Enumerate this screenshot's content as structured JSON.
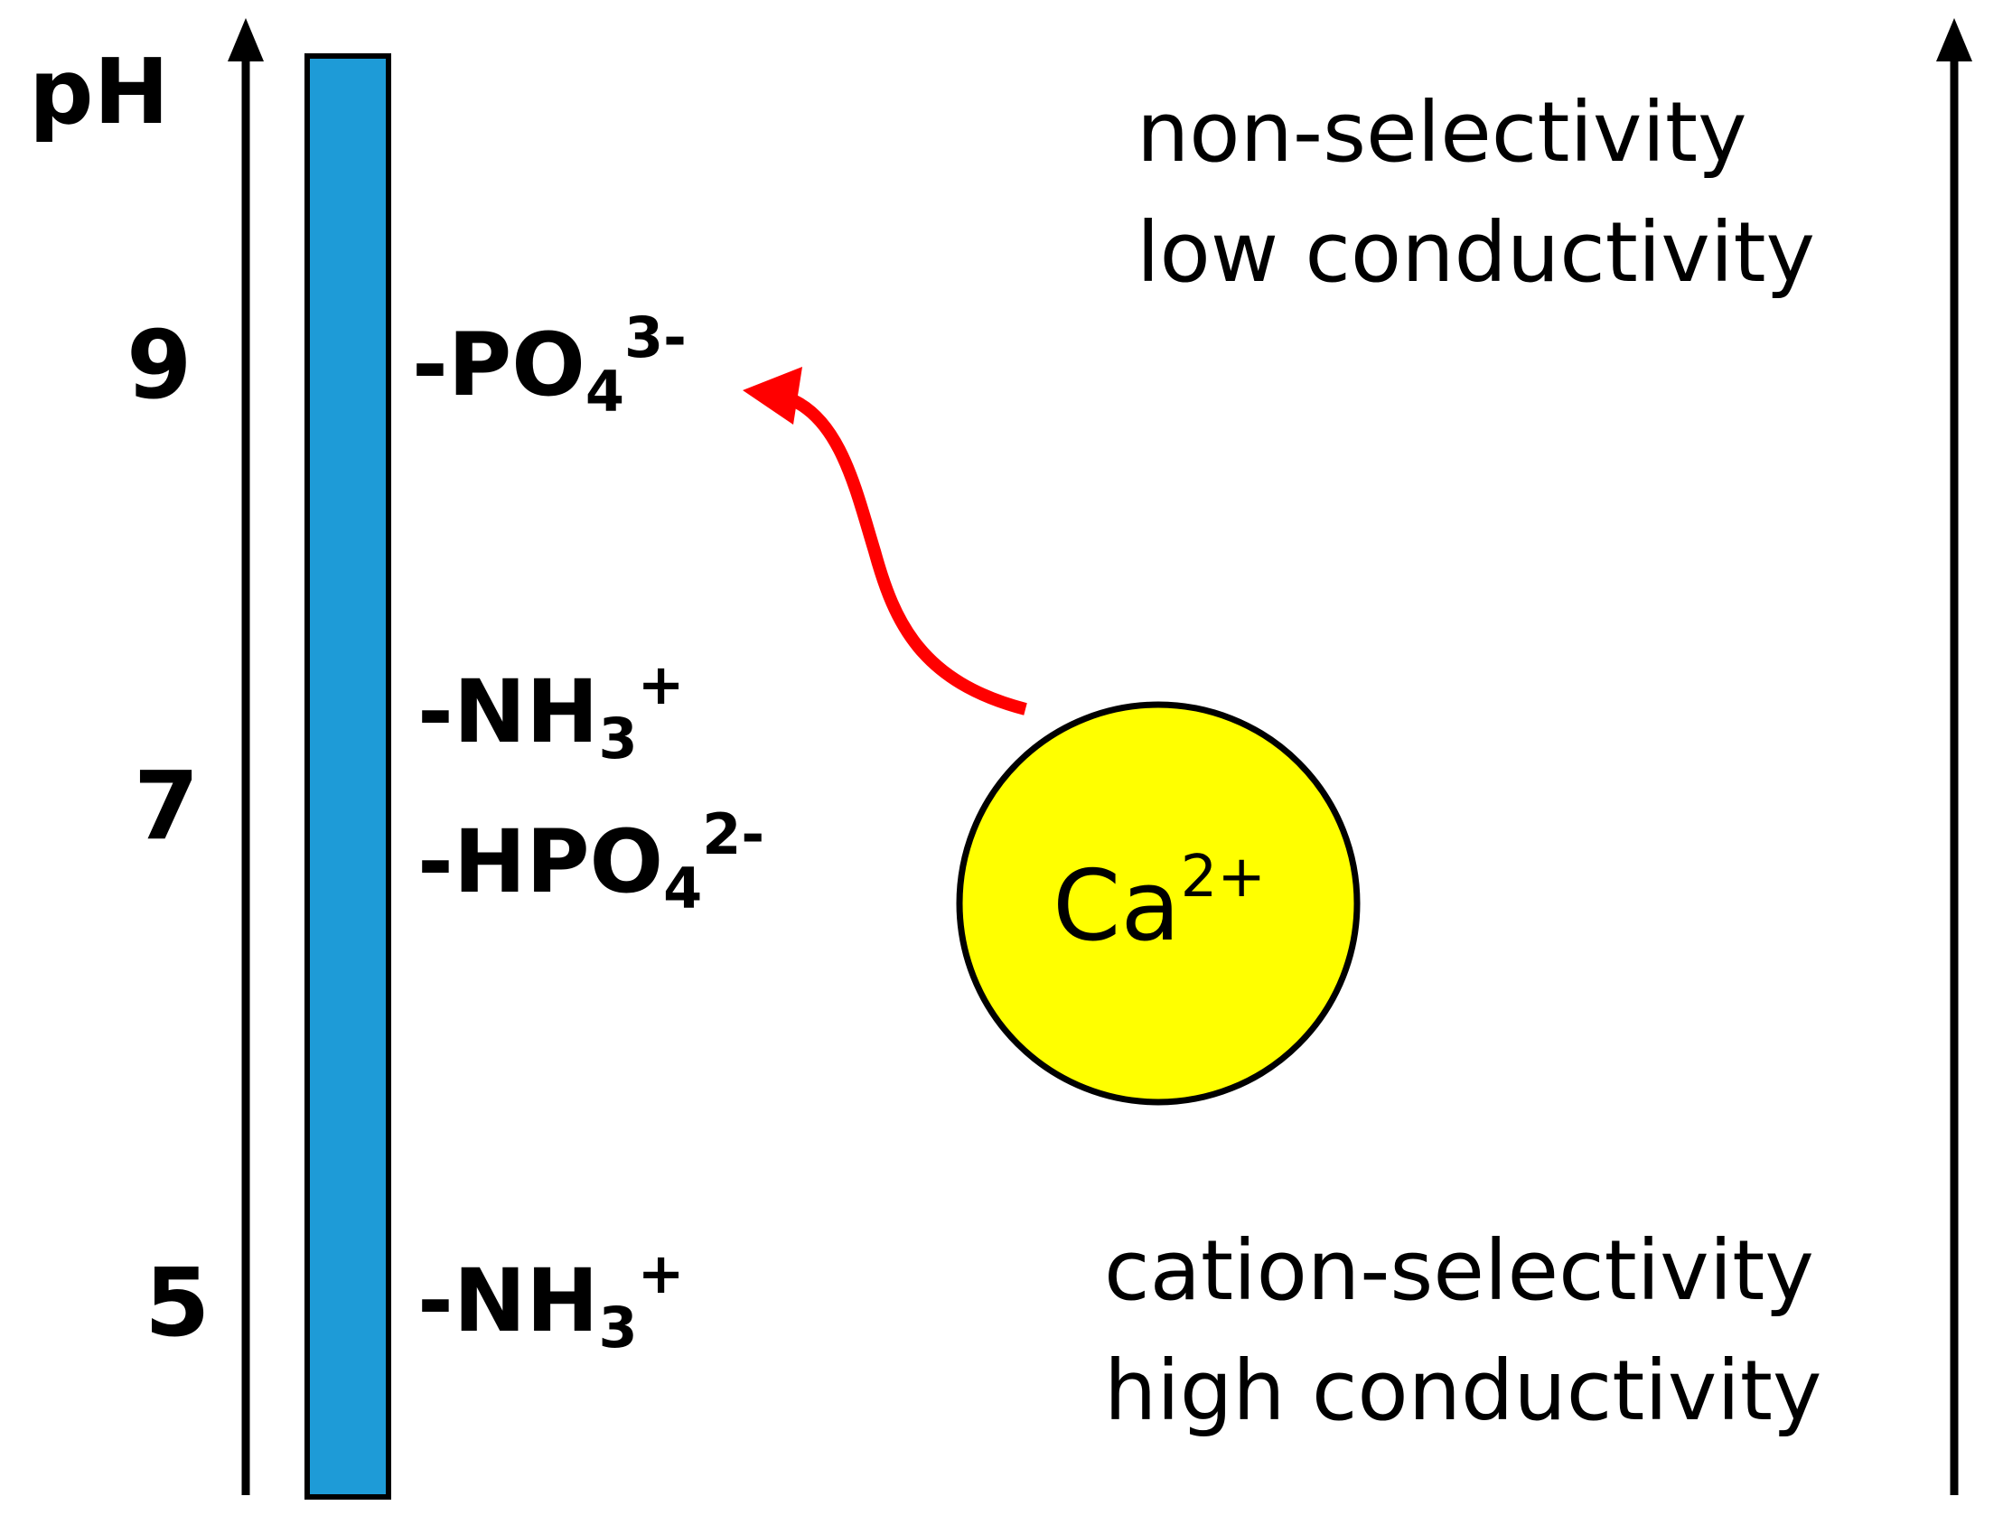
{
  "axis_label": "pH",
  "ticks": [
    "9",
    "7",
    "5"
  ],
  "surface_groups": [
    {
      "base": "-PO",
      "sub": "4",
      "sup": "3-"
    },
    {
      "base": "-NH",
      "sub": "3",
      "sup": "+"
    },
    {
      "base": "-HPO",
      "sub": "4",
      "sup": "2-"
    },
    {
      "base": "-NH",
      "sub": "3",
      "sup": "+"
    }
  ],
  "ion": {
    "base": "Ca",
    "sup": "2+"
  },
  "top_text": [
    "non-selectivity",
    "low conductivity"
  ],
  "bottom_text": [
    "cation-selectivity",
    "high conductivity"
  ],
  "colors": {
    "membrane": "#1e9bd7",
    "ion_fill": "#ffff00",
    "interaction_arrow": "#ff0000",
    "lines": "#000000"
  }
}
